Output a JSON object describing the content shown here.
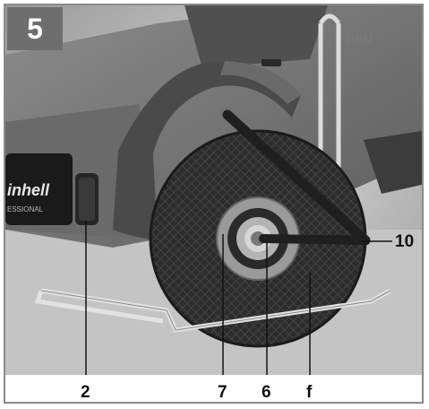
{
  "figure": {
    "number": "5",
    "brand_text": "inhell",
    "brand_subtext": "ESSIONAL",
    "guard_text": "BRU",
    "callouts": {
      "c2": "2",
      "c7": "7",
      "c6": "6",
      "cf": "f",
      "c10": "10"
    }
  }
}
